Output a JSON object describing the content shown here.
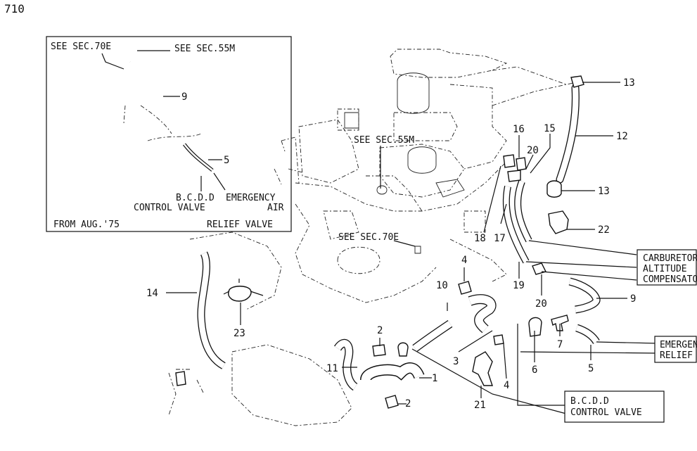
{
  "page_code": "710",
  "inset": {
    "see_70e": "SEE SEC.70E",
    "see_55m": "SEE SEC.55M",
    "num_9": "9",
    "num_5": "5",
    "bcdd_line1": "B.C.D.D",
    "bcdd_line2": "CONTROL VALVE",
    "emerg_line1": "EMERGENCY",
    "emerg_line2": "AIR",
    "from_date": "FROM AUG.'75",
    "relief_valve": "RELIEF VALVE"
  },
  "main": {
    "see_55m": "SEE SEC.55M",
    "see_70e": "SEE SEC.70E"
  },
  "callouts": {
    "c1": "1",
    "c2a": "2",
    "c2b": "2",
    "c3": "3",
    "c4a": "4",
    "c4b": "4",
    "c5": "5",
    "c6": "6",
    "c7": "7",
    "c9": "9",
    "c10": "10",
    "c11": "11",
    "c12": "12",
    "c13a": "13",
    "c13b": "13",
    "c14": "14",
    "c15": "15",
    "c16": "16",
    "c17": "17",
    "c18": "18",
    "c19": "19",
    "c20a": "20",
    "c20b": "20",
    "c21": "21",
    "c22": "22",
    "c23": "23"
  },
  "boxes": {
    "carb_line1": "CARBURETOR",
    "carb_line2": "ALTITUDE",
    "carb_line3": "COMPENSATOR",
    "emerg_line1": "EMERGENCY",
    "emerg_line2": "RELIEF",
    "bcdd_line1": "B.C.D.D",
    "bcdd_line2": "CONTROL VALVE"
  }
}
